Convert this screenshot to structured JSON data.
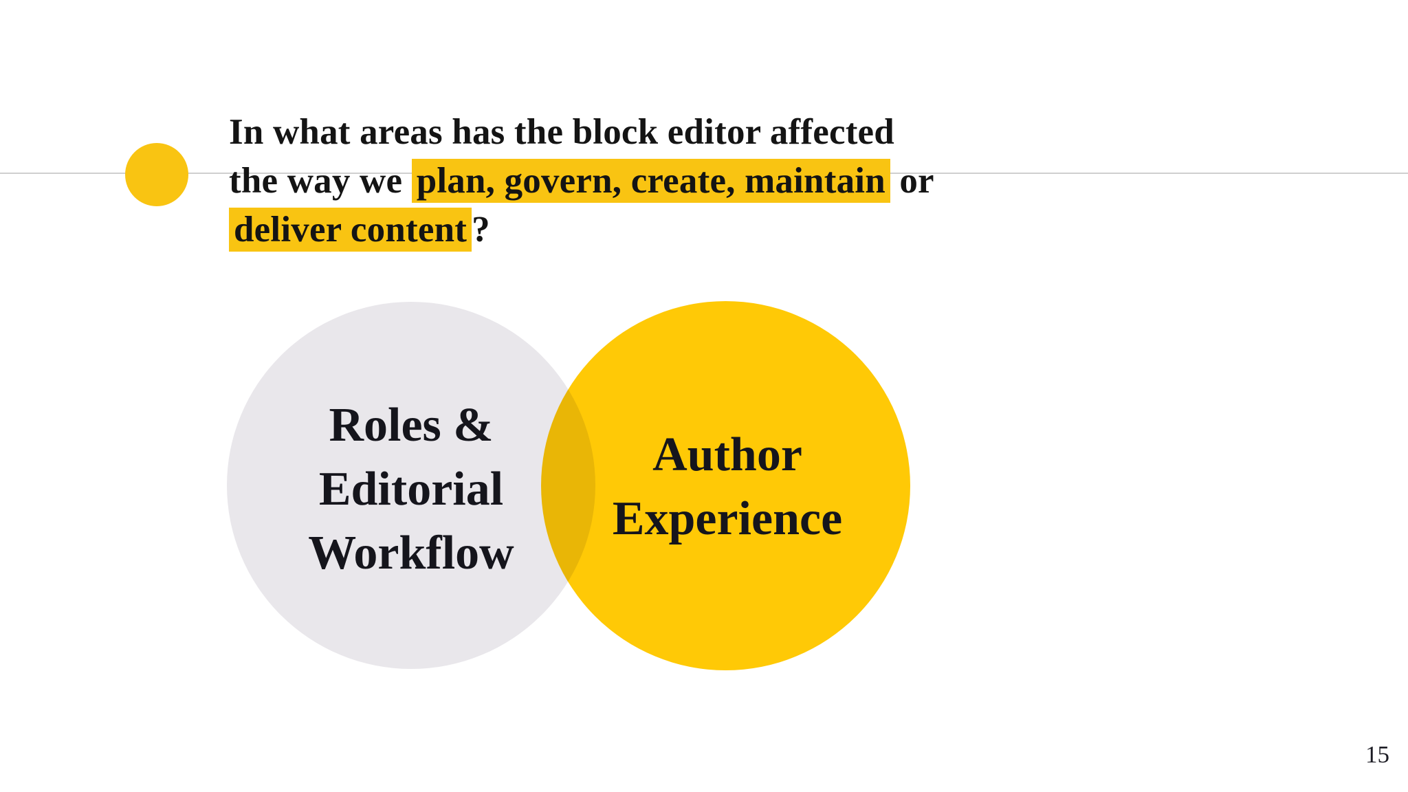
{
  "title": {
    "line1": "In what areas has the block editor affected",
    "line2_prefix": "the way we ",
    "line2_highlight": "plan, govern, create, maintain",
    "line2_suffix": " or",
    "line3_highlight": "deliver content",
    "line3_suffix": "?"
  },
  "venn": {
    "left_label_lines": [
      "Roles &",
      "Editorial",
      "Workflow"
    ],
    "right_label_lines": [
      "Author",
      "Experience"
    ]
  },
  "page_number": "15",
  "colors": {
    "accent_yellow": "#F9C412",
    "venn_yellow": "#FFC906",
    "venn_overlap_yellow": "#EEBC10",
    "venn_gray": "#E9E7EB",
    "rule_gray": "#CFCFCF",
    "text_black": "#141414",
    "background": "#FFFFFF"
  }
}
